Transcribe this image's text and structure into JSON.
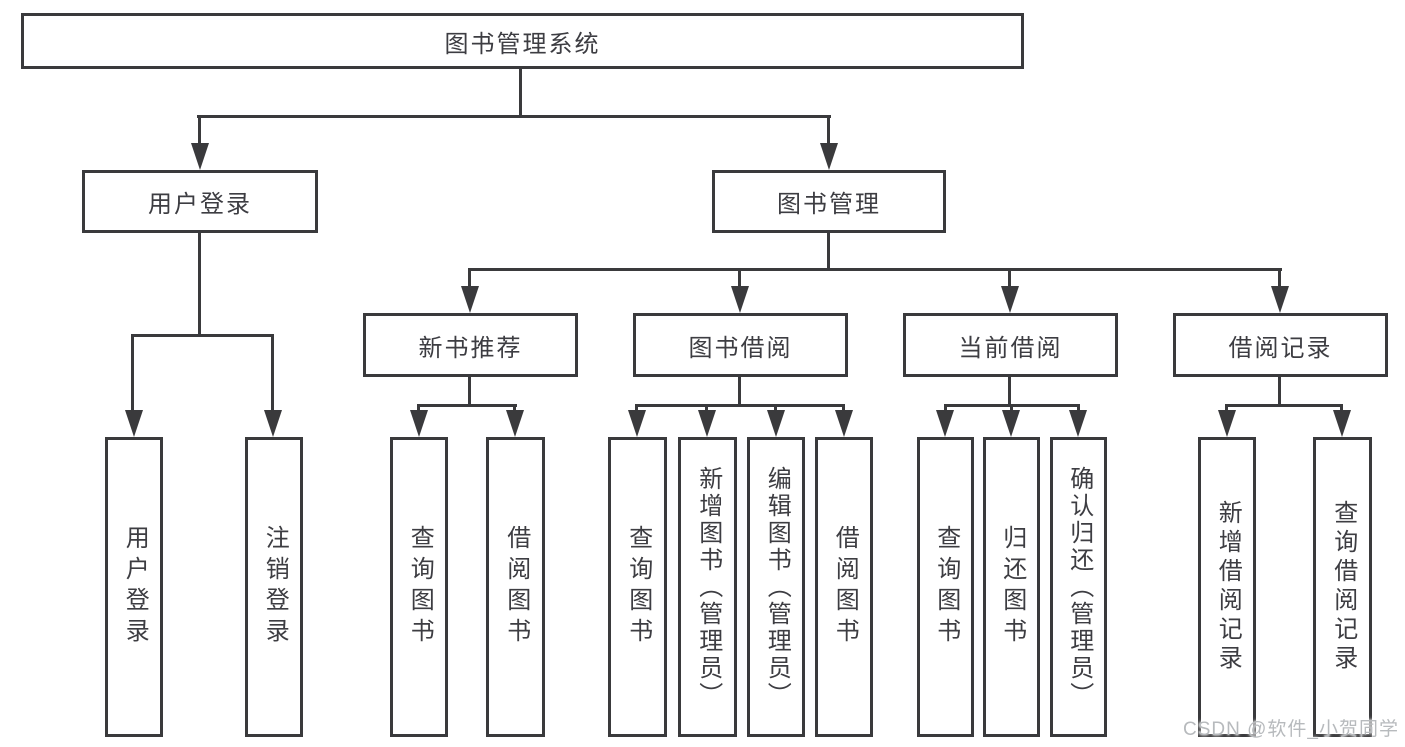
{
  "nodes": {
    "root": "图书管理系统",
    "user_login": "用户登录",
    "book_management": "图书管理",
    "new_book_recommend": "新书推荐",
    "book_borrow": "图书借阅",
    "current_borrow": "当前借阅",
    "borrow_record": "借阅记录",
    "leaf_user_login": "用户登录",
    "leaf_logout": "注销登录",
    "leaf_nb_query_book": "查询图书",
    "leaf_nb_borrow_book": "借阅图书",
    "leaf_bb_query_book": "查询图书",
    "leaf_bb_add_book": "新增图书（管理员）",
    "leaf_bb_edit_book": "编辑图书（管理员）",
    "leaf_bb_borrow_book": "借阅图书",
    "leaf_cb_query_book": "查询图书",
    "leaf_cb_return_book": "归还图书",
    "leaf_cb_confirm_return": "确认归还（管理员）",
    "leaf_br_add_record": "新增借阅记录",
    "leaf_br_query_record": "查询借阅记录"
  },
  "hierarchy": {
    "图书管理系统": {
      "用户登录": [
        "用户登录",
        "注销登录"
      ],
      "图书管理": {
        "新书推荐": [
          "查询图书",
          "借阅图书"
        ],
        "图书借阅": [
          "查询图书",
          "新增图书（管理员）",
          "编辑图书（管理员）",
          "借阅图书"
        ],
        "当前借阅": [
          "查询图书",
          "归还图书",
          "确认归还（管理员）"
        ],
        "借阅记录": [
          "新增借阅记录",
          "查询借阅记录"
        ]
      }
    }
  },
  "watermark": "CSDN @软件_小贺同学",
  "colors": {
    "line": "#3a3a3c",
    "text": "#3d3d42",
    "background": "#ffffff",
    "watermark": "#b7babd"
  }
}
